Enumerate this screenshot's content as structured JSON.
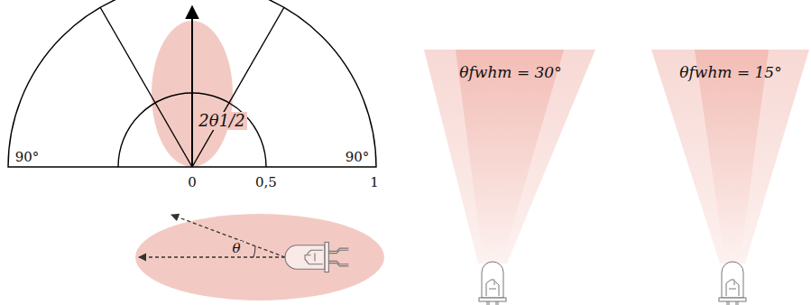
{
  "diagram": {
    "labels": [
      "90°",
      "2θ1/2",
      "90°",
      "0",
      "0,5",
      "1",
      "θ",
      "θfwhm = 30°",
      "θfwhm = 15°"
    ]
  }
}
